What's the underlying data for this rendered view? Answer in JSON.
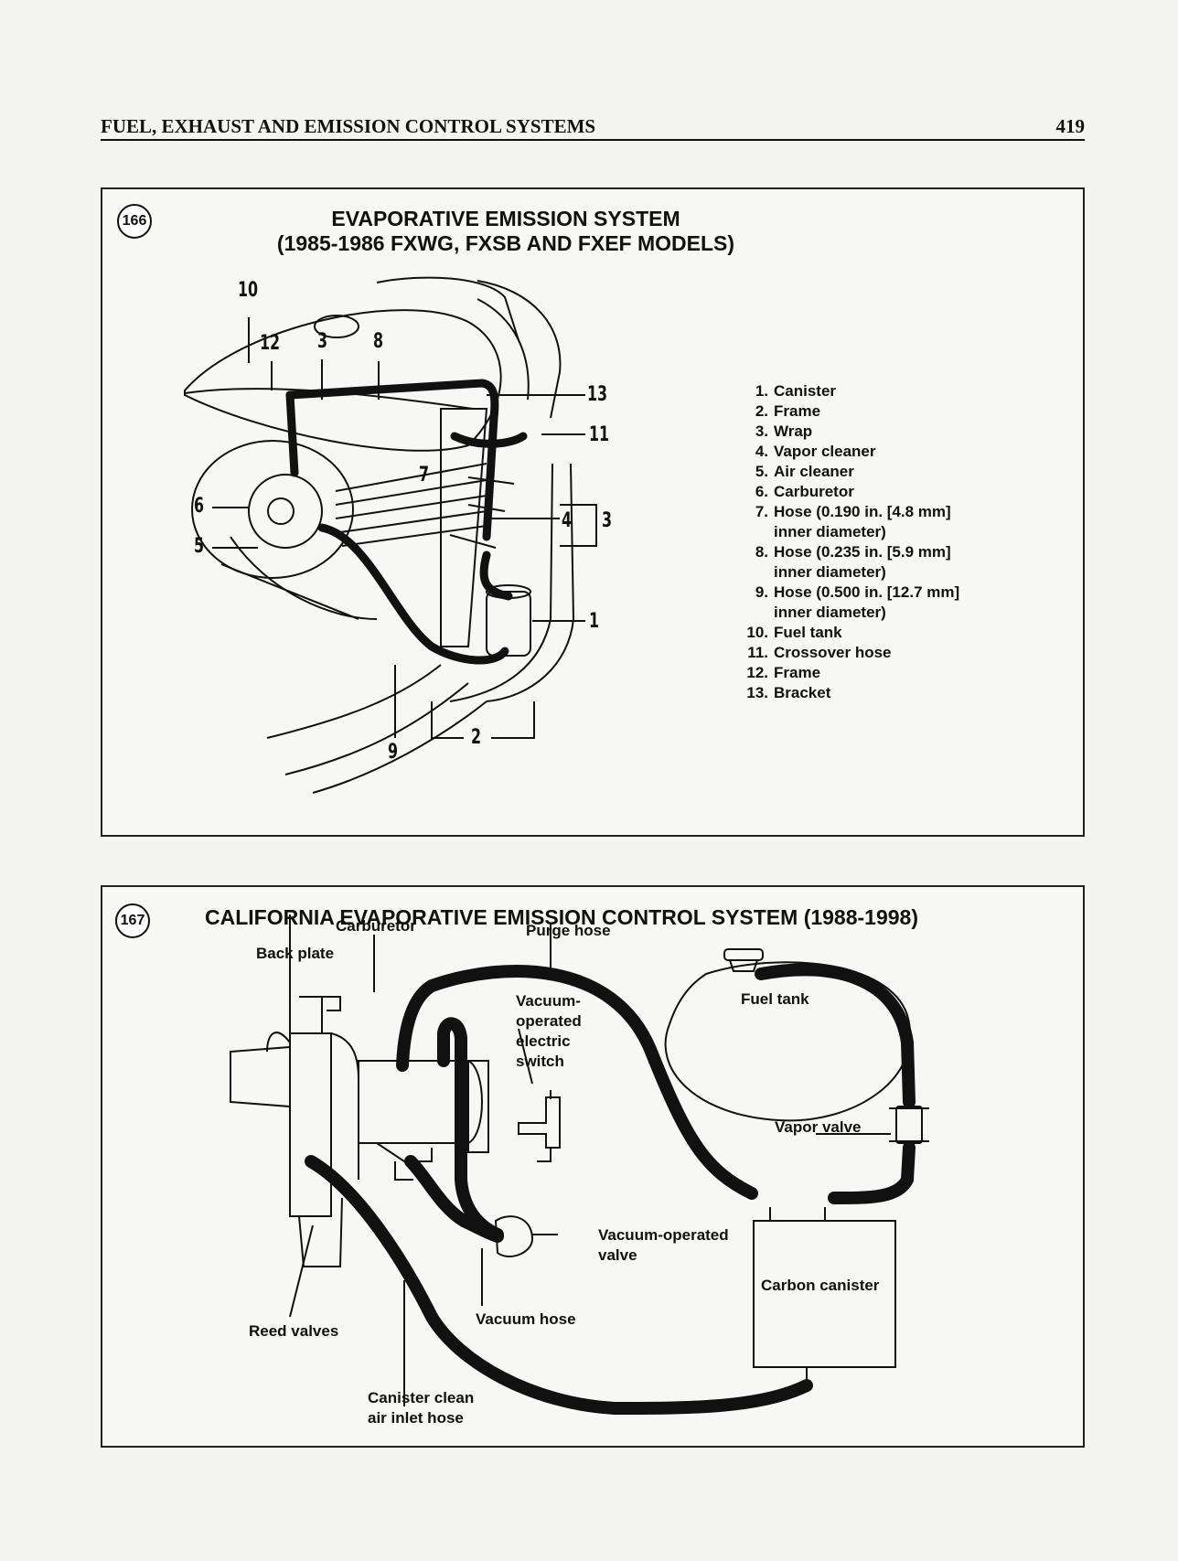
{
  "running_head": {
    "section": "FUEL, EXHAUST AND EMISSION CONTROL SYSTEMS",
    "page_number": "419"
  },
  "figure_166": {
    "number": "166",
    "title_line1": "EVAPORATIVE EMISSION SYSTEM",
    "title_line2": "(1985-1986 FXWG, FXSB AND FXEF MODELS)",
    "callouts": [
      "10",
      "12",
      "3",
      "8",
      "13",
      "11",
      "6",
      "7",
      "5",
      "4",
      "3",
      "1",
      "9",
      "2"
    ],
    "legend": [
      {
        "num": "1.",
        "text": "Canister"
      },
      {
        "num": "2.",
        "text": "Frame"
      },
      {
        "num": "3.",
        "text": "Wrap"
      },
      {
        "num": "4.",
        "text": "Vapor cleaner"
      },
      {
        "num": "5.",
        "text": "Air cleaner"
      },
      {
        "num": "6.",
        "text": "Carburetor"
      },
      {
        "num": "7.",
        "text": "Hose (0.190 in. [4.8 mm]"
      },
      {
        "num": "",
        "text": "inner diameter)"
      },
      {
        "num": "8.",
        "text": "Hose (0.235 in. [5.9 mm]"
      },
      {
        "num": "",
        "text": "inner diameter)"
      },
      {
        "num": "9.",
        "text": "Hose (0.500 in. [12.7 mm]"
      },
      {
        "num": "",
        "text": "inner diameter)"
      },
      {
        "num": "10.",
        "text": "Fuel tank"
      },
      {
        "num": "11.",
        "text": "Crossover hose"
      },
      {
        "num": "12.",
        "text": "Frame"
      },
      {
        "num": "13.",
        "text": "Bracket"
      }
    ]
  },
  "figure_167": {
    "number": "167",
    "title": "CALIFORNIA EVAPORATIVE EMISSION CONTROL SYSTEM (1988-1998)",
    "labels": {
      "carburetor": "Carburetor",
      "back_plate": "Back plate",
      "purge_hose": "Purge hose",
      "fuel_tank": "Fuel tank",
      "vacuum_switch_1": "Vacuum-",
      "vacuum_switch_2": "operated",
      "vacuum_switch_3": "electric",
      "vacuum_switch_4": "switch",
      "vapor_valve": "Vapor valve",
      "vacuum_valve_1": "Vacuum-operated",
      "vacuum_valve_2": "valve",
      "carbon_canister": "Carbon canister",
      "vacuum_hose": "Vacuum hose",
      "reed_valves": "Reed valves",
      "canister_hose_1": "Canister clean",
      "canister_hose_2": "air inlet hose"
    }
  }
}
